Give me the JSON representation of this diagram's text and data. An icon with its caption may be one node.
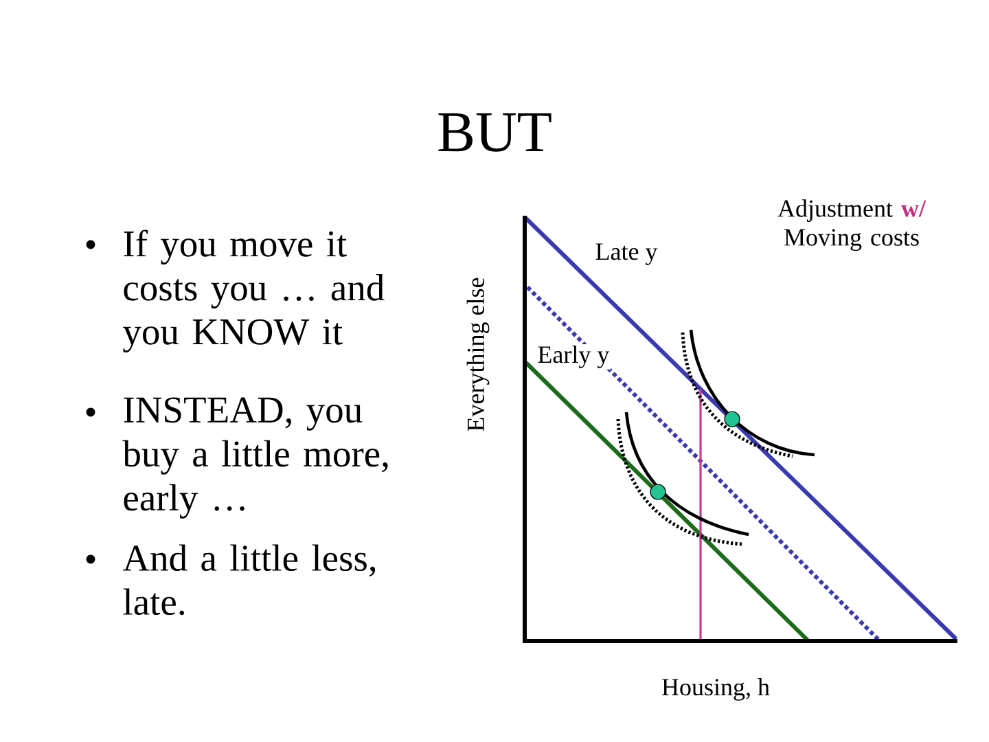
{
  "diagram": {
    "title": "BUT",
    "labels": [
      "If you move it costs you … and you KNOW it",
      "INSTEAD, you buy a little more, early …",
      "And a little less, late.",
      "Adjustment **w/** Moving costs",
      "Late y",
      "Everything else",
      "Early y",
      "Housing, h"
    ]
  }
}
